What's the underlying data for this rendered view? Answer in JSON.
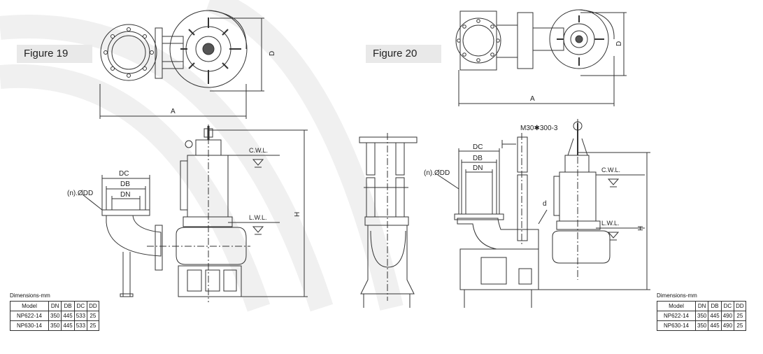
{
  "figures": {
    "left": {
      "label": "Figure 19"
    },
    "right": {
      "label": "Figure 20"
    }
  },
  "labels": {
    "A": "A",
    "D": "D",
    "H": "H",
    "DC": "DC",
    "DB": "DB",
    "DN": "DN",
    "nDD": "(n).ØDD",
    "cwl": "C.W.L.",
    "lwl": "L.W.L.",
    "d": "d",
    "bolt": "M30✱300-3"
  },
  "table_left": {
    "title": "Dimensions-mm",
    "headers": [
      "Model",
      "DN",
      "DB",
      "DC",
      "DD"
    ],
    "rows": [
      [
        "NP622-14",
        "350",
        "445",
        "533",
        "25"
      ],
      [
        "NP630-14",
        "350",
        "445",
        "533",
        "25"
      ]
    ]
  },
  "table_right": {
    "title": "Dimensions-mm",
    "headers": [
      "Model",
      "DN",
      "DB",
      "DC",
      "DD"
    ],
    "rows": [
      [
        "NP622-14",
        "350",
        "445",
        "490",
        "25"
      ],
      [
        "NP630-14",
        "350",
        "445",
        "490",
        "25"
      ]
    ]
  }
}
